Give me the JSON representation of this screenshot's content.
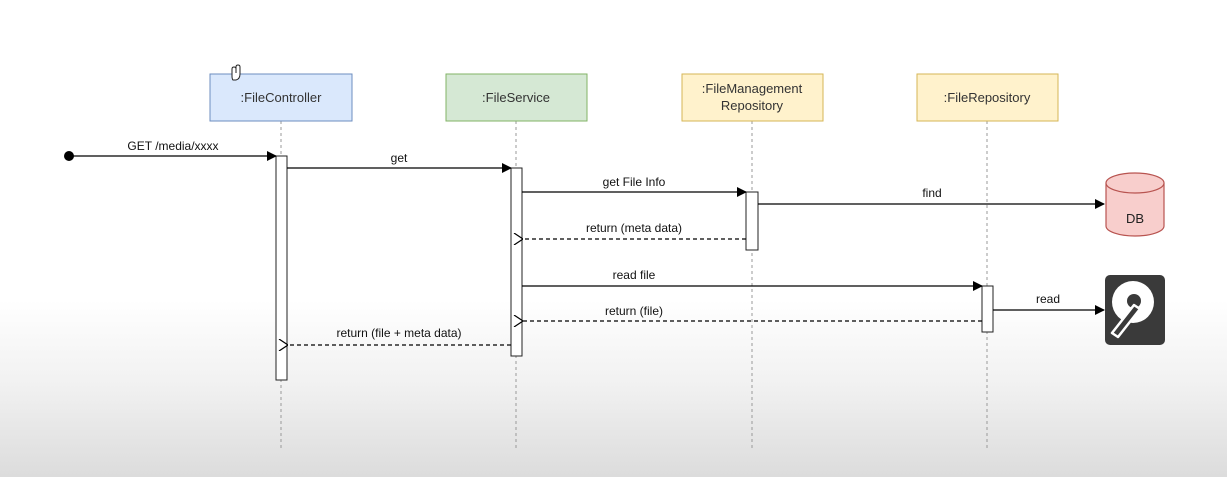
{
  "participants": [
    {
      "id": "file-controller",
      "label": ":FileController",
      "fill": "#dae8fc",
      "stroke": "#6c8ebf"
    },
    {
      "id": "file-service",
      "label": ":FileService",
      "fill": "#d5e8d4",
      "stroke": "#82b366"
    },
    {
      "id": "file-management-repository",
      "label": ":FileManagement\nRepository",
      "fill": "#fff2cc",
      "stroke": "#d6b656"
    },
    {
      "id": "file-repository",
      "label": ":FileRepository",
      "fill": "#fff2cc",
      "stroke": "#d6b656"
    }
  ],
  "messages": [
    {
      "id": "get-media",
      "label": "GET /media/xxxx",
      "type": "sync"
    },
    {
      "id": "get",
      "label": "get",
      "type": "sync"
    },
    {
      "id": "get-file-info",
      "label": "get File Info",
      "type": "sync"
    },
    {
      "id": "find",
      "label": "find",
      "type": "sync"
    },
    {
      "id": "return-meta-data",
      "label": "return (meta data)",
      "type": "return"
    },
    {
      "id": "read-file",
      "label": "read file",
      "type": "sync"
    },
    {
      "id": "read",
      "label": "read",
      "type": "sync"
    },
    {
      "id": "return-file",
      "label": "return (file)",
      "type": "return"
    },
    {
      "id": "return-file-meta",
      "label": "return (file + meta data)",
      "type": "return"
    }
  ],
  "database": {
    "label": "DB",
    "fill": "#f8cecc",
    "stroke": "#b85450"
  },
  "disk": {
    "icon": "hard-disk-icon",
    "fill": "#3a3a3a"
  }
}
